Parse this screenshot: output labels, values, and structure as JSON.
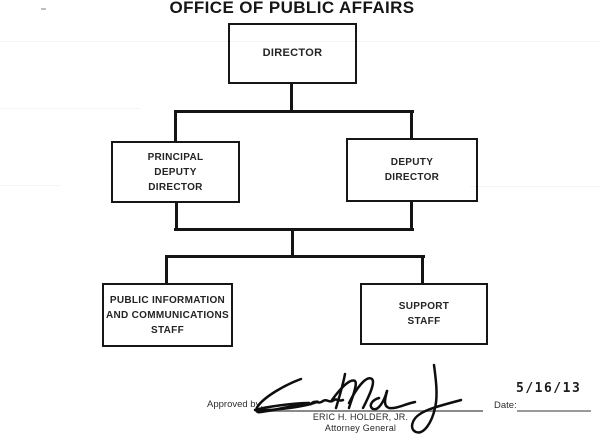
{
  "document": {
    "title": "OFFICE OF PUBLIC AFFAIRS"
  },
  "org_chart": {
    "director": {
      "label": "DIRECTOR"
    },
    "principal_deputy_director": {
      "label": "PRINCIPAL\nDEPUTY\nDIRECTOR"
    },
    "deputy_director": {
      "label": "DEPUTY\nDIRECTOR"
    },
    "public_information_staff": {
      "label": "PUBLIC INFORMATION\nAND COMMUNICATIONS\nSTAFF"
    },
    "support_staff": {
      "label": "SUPPORT\nSTAFF"
    },
    "hierarchy": [
      {
        "parent": "DIRECTOR",
        "children": [
          "PRINCIPAL DEPUTY DIRECTOR",
          "DEPUTY DIRECTOR"
        ]
      },
      {
        "parents": [
          "PRINCIPAL DEPUTY DIRECTOR",
          "DEPUTY DIRECTOR"
        ],
        "children": [
          "PUBLIC INFORMATION AND COMMUNICATIONS STAFF",
          "SUPPORT STAFF"
        ]
      }
    ]
  },
  "approval": {
    "approved_by_label": "Approved by:",
    "signer_name": "ERIC H. HOLDER, JR.",
    "signer_title": "Attorney General",
    "date_label": "Date:",
    "date_value": "5/16/13"
  },
  "colors": {
    "ink": "#161616",
    "connector": "#141414",
    "rule": "#8a8a8a",
    "background": "#ffffff"
  }
}
